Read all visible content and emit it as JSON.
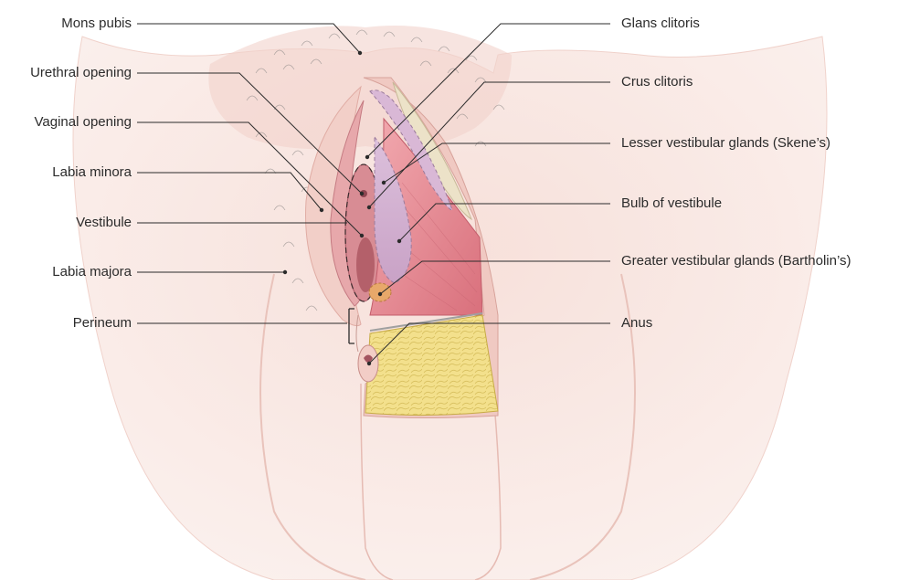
{
  "labels_left": [
    "Mons pubis",
    "Urethral opening",
    "Vaginal opening",
    "Labia minora",
    "Vestibule",
    "Labia majora",
    "Perineum"
  ],
  "labels_right": [
    "Glans clitoris",
    "Crus clitoris",
    "Lesser vestibular glands (Skene’s)",
    "Bulb of vestibule",
    "Greater vestibular glands (Bartholin’s)",
    "Anus"
  ],
  "colors": {
    "skin": "#f6dcd6",
    "skin_light": "#fbeeea",
    "skin_shadow": "#e7b9b1",
    "mucosa": "#d98a90",
    "mucosa_dark": "#b4606a",
    "bulb": "#d7b4d4",
    "muscle": "#e2848f",
    "fat": "#f2df8a",
    "bone": "#ece2c8",
    "leader": "#2b2b2b",
    "hair": "#8e8a88",
    "gland": "#e8a86a"
  }
}
